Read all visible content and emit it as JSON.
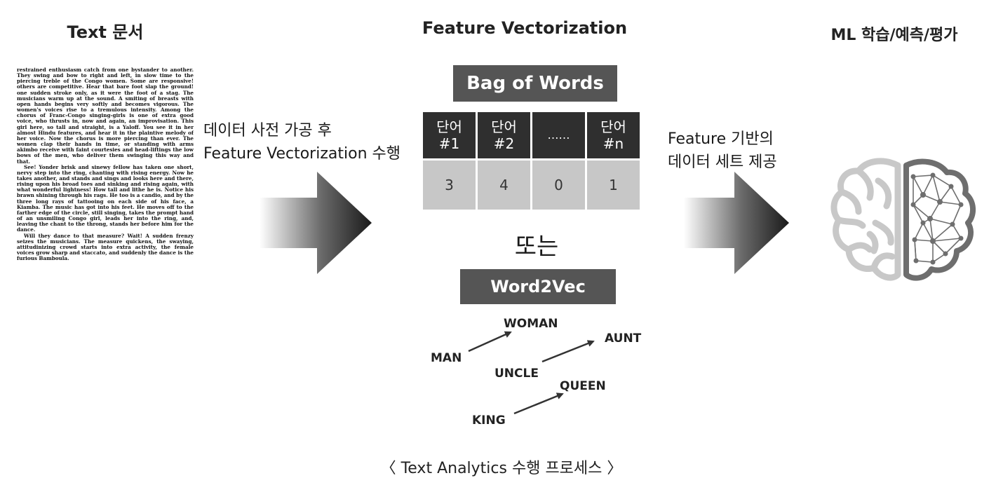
{
  "headings": {
    "text_doc": "Text 문서",
    "feature_vectorization": "Feature Vectorization",
    "ml": "ML 학습/예측/평가"
  },
  "document_paragraphs": [
    "restrained enthusiasm catch from one bystander to another. They swing and bow to right and left, in slow time to the piercing treble of the Congo women. Some are responsive! others are competitive. Hear that bare foot slap the ground! one sudden stroke only, as it were the foot of a stag. The musicians warm up at the sound. A smiting of breasts with open hands begins very softly and becomes vigorous. The women's voices rise to a tremulous intensity. Among the chorus of Franc-Congo singing-girls is one of extra good voice, who thrusts in, now and again, an improvisation. This girl here, so tall and straight, is a Yaloff. You see it in her almost Hindu features, and hear it in the plaintive melody of her voice. Now the chorus is more piercing than ever. The women clap their hands in time, or standing with arms akimbo receive with faint courtesies and head-liftings the low bows of the men, who deliver them swinging this way and that.",
    "See! Yonder brisk and sinewy fellow has taken one short, nervy step into the ring, chanting with rising energy. Now he takes another, and stands and sings and looks here and there, rising upon his broad toes and sinking and rising again, with what wonderful lightness! How tall and lithe he is. Notice his brawn shining through his rags. He too is a candio, and by the three long rays of tattooing on each side of his face, a Kiamba. The music has got into his feet. He moves off to the farther edge of the circle, still singing, takes the prompt hand of an unsmiling Congo girl, leads her into the ring, and, leaving the chant to the throng, stands her before him for the dance.",
    "Will they dance to that measure? Wait! A sudden frenzy seizes the musicians. The measure quickens, the swaying, attitudinizing crowd starts into extra activity, the female voices grow sharp and staccato, and suddenly the dance is the furious Bamboula."
  ],
  "captions": {
    "left_line1": "데이터 사전 가공 후",
    "left_line2": "Feature Vectorization 수행",
    "right_line1": "Feature 기반의",
    "right_line2": "데이터 세트 제공"
  },
  "bag_of_words": {
    "title": "Bag of Words",
    "headers": [
      {
        "line1": "단어",
        "line2": "#1"
      },
      {
        "line1": "단어",
        "line2": "#2"
      },
      {
        "line1": "……",
        "line2": ""
      },
      {
        "line1": "단어",
        "line2": "#n"
      }
    ],
    "values": [
      "3",
      "4",
      "0",
      "1"
    ]
  },
  "or_text": "또는",
  "word2vec": {
    "title": "Word2Vec",
    "labels": {
      "woman": "WOMAN",
      "man": "MAN",
      "aunt": "AUNT",
      "uncle": "UNCLE",
      "queen": "QUEEN",
      "king": "KING"
    }
  },
  "footer": "〈 Text Analytics 수행 프로세스 〉",
  "colors": {
    "title_box": "#555555",
    "table_header": "#2f2f2f",
    "table_value": "#c7c7c7",
    "arrow_dark": "#1e1e1e",
    "brain_left": "#c8c8c8",
    "brain_right": "#6e6e6e"
  },
  "icons": [
    "gradient-arrow-icon",
    "brain-icon",
    "vector-arrow-icon"
  ]
}
